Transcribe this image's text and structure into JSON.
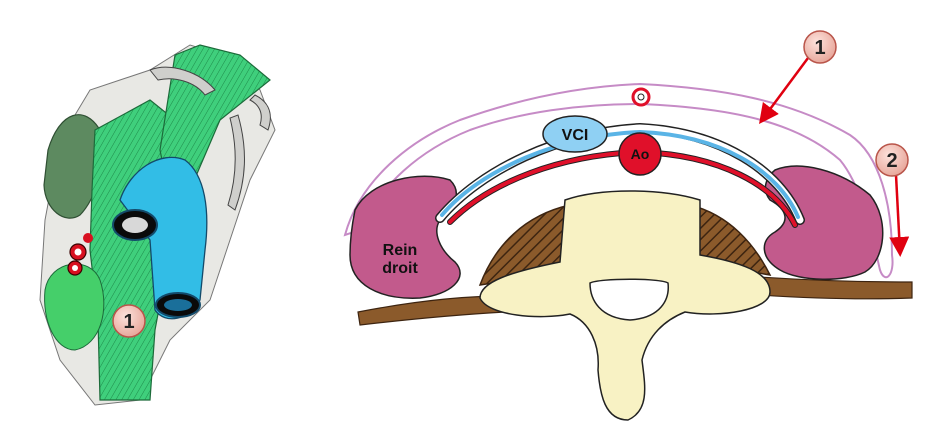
{
  "labels": {
    "vci": "VCI",
    "ao": "Ao",
    "rein_line1": "Rein",
    "rein_line2": "droit"
  },
  "badges": {
    "left": "1",
    "right_1": "1",
    "right_2": "2"
  },
  "colors": {
    "fascia": "#c68bc6",
    "kidney": "#c25a8c",
    "vci": "#5ab4e6",
    "ao": "#e0102a",
    "vertebra": "#f8f2c4",
    "psoas": "#8b5a2b",
    "muscle": "#7a4a22",
    "green": "#4fcf86",
    "cyan": "#3cc0e8",
    "arrow": "#e00010",
    "badge": "#f4c0b8"
  }
}
